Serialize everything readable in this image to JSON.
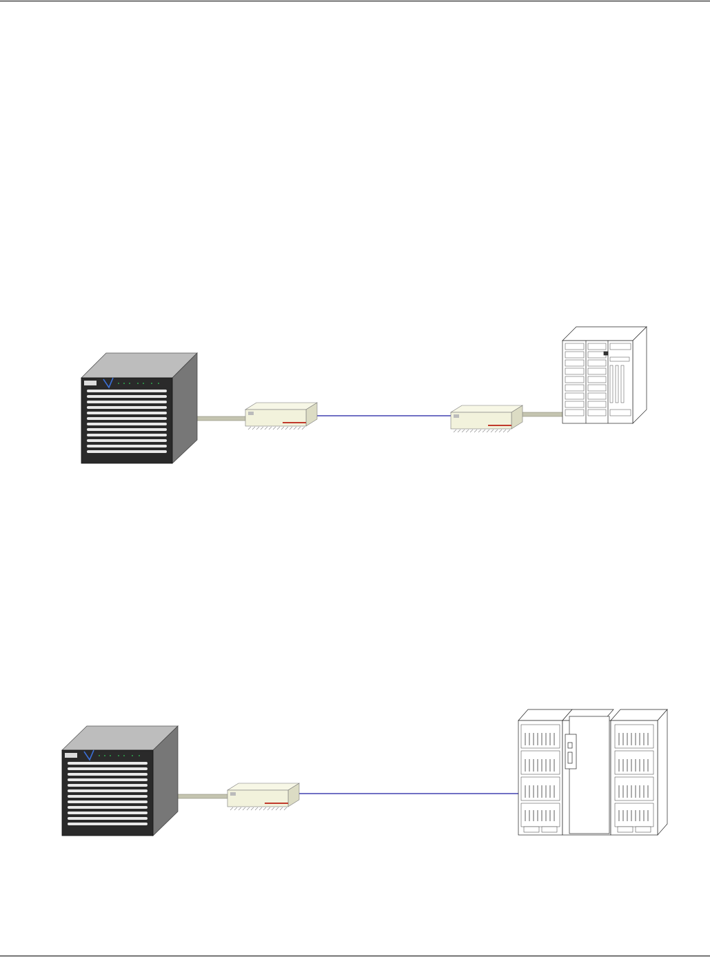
{
  "page": {
    "has_top_rule": true,
    "has_bottom_rule": true
  },
  "diagrams": [
    {
      "id": "diagram-1",
      "description_free": true,
      "nodes": [
        "host-server",
        "extender-left",
        "extender-right",
        "disk-array-cabinet"
      ],
      "links": [
        {
          "from": "host-server",
          "to": "extender-left",
          "kind": "cable"
        },
        {
          "from": "extender-left",
          "to": "extender-right",
          "kind": "fiber"
        },
        {
          "from": "extender-right",
          "to": "disk-array-cabinet",
          "kind": "cable"
        }
      ]
    },
    {
      "id": "diagram-2",
      "nodes": [
        "host-server",
        "extender",
        "tape-library"
      ],
      "links": [
        {
          "from": "host-server",
          "to": "extender",
          "kind": "cable"
        },
        {
          "from": "extender",
          "to": "tape-library",
          "kind": "fiber"
        }
      ]
    }
  ],
  "colors": {
    "fiber": "#1a1aa0",
    "cable": "#c4c4b0",
    "server_front": "#2a2a2a",
    "server_side": "#777777",
    "server_top": "#bdbdbd",
    "extender_body": "#f2f2dc",
    "extender_stripe": "#c0392b"
  }
}
